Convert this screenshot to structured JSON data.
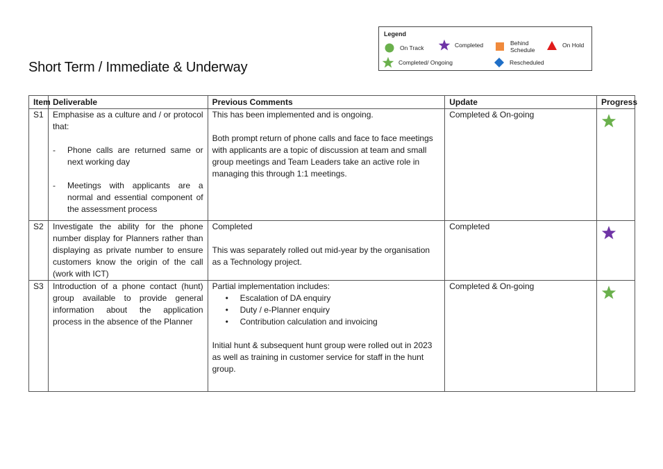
{
  "title": "Short Term / Immediate & Underway",
  "legend": {
    "title": "Legend",
    "items": [
      {
        "label": "On Track",
        "icon": "green-circle-icon",
        "color": "#6ab04c"
      },
      {
        "label": "Completed",
        "icon": "purple-star-icon",
        "color": "#6f33a6"
      },
      {
        "label": "Behind Schedule",
        "icon": "orange-square-icon",
        "color": "#f08a3c"
      },
      {
        "label": "On Hold",
        "icon": "red-triangle-icon",
        "color": "#e01b1b"
      },
      {
        "label": "Completed/ Ongoing",
        "icon": "green-star-icon",
        "color": "#6ab04c"
      },
      {
        "label": "Rescheduled",
        "icon": "blue-diamond-icon",
        "color": "#1f6fc7"
      }
    ]
  },
  "table": {
    "headers": [
      "Item",
      "Deliverable",
      "Previous Comments",
      "Update",
      "Progress"
    ],
    "rows": [
      {
        "item": "S1",
        "deliverable_intro": "Emphasise as a culture and / or protocol that:",
        "deliverable_points": [
          "Phone calls are returned same or next working day",
          "Meetings with applicants are a normal and essential component of the assessment process"
        ],
        "comments": [
          "This has been implemented and is ongoing.",
          "Both prompt return of phone calls and face to face meetings with applicants are a topic of discussion at team and small group meetings and Team Leaders take an active role in managing this through 1:1 meetings."
        ],
        "update": "Completed & On-going",
        "progress_icon": "green-star-icon"
      },
      {
        "item": "S2",
        "deliverable": "Investigate the ability for the phone number display for Planners rather than displaying as private number to ensure customers know the origin of the call (work with ICT)",
        "comments": [
          "Completed",
          "This was separately rolled out mid-year by the organisation as a Technology project."
        ],
        "update": "Completed",
        "progress_icon": "purple-star-icon"
      },
      {
        "item": "S3",
        "deliverable": "Introduction of a phone contact (hunt) group available to provide general information about the application process in the absence of the Planner",
        "comments_intro": "Partial implementation includes:",
        "comments_points": [
          "Escalation of DA enquiry",
          "Duty / e-Planner enquiry",
          "Contribution calculation and invoicing"
        ],
        "comments_outro": "Initial hunt & subsequent hunt group were rolled out in 2023 as well as training in customer service for staff in the hunt group.",
        "update": "Completed & On-going",
        "progress_icon": "green-star-icon"
      }
    ]
  }
}
